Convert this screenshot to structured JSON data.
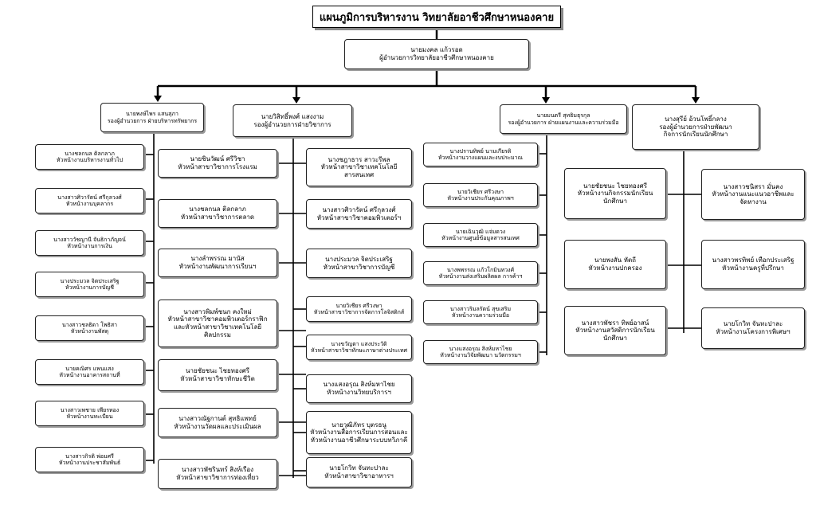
{
  "title": "แผนภูมิการบริหารงาน  วิทยาลัยอาชีวศึกษาหนองคาย",
  "director": {
    "name": "นายมงคล  แก้วรอด",
    "position": "ผู้อำนวยการวิทยาลัยอาชีวศึกษาหนองคาย"
  },
  "deputies": [
    {
      "name": "นายพงษ์ไพร  แสนสุภา",
      "position": "รองผู้อำนวยการ ฝ่ายบริหารทรัพยากร"
    },
    {
      "name": "นายวิสิทธิ์พงศ์  แสงงาม",
      "position": "รองผู้อำนวยการฝ่ายวิชาการ"
    },
    {
      "name": "นายมนตรี  สุทธิมธุรกุล",
      "position": "รองผู้อำนวยการ ฝ่ายแผนงานและความร่วมมือ"
    },
    {
      "name": "นางสุรีย์  อ้วนโพธิ์กลาง",
      "position": "รองผู้อำนวยการฝ่ายพัฒนา",
      "position2": "กิจการนักเรียนนักศึกษา"
    }
  ],
  "resource_units": [
    {
      "name": "นางชลกนล  ติลกลาภ",
      "position": "หัวหน้างานบริหารงานทั่วไป"
    },
    {
      "name": "นางสาวศิวารัตน์  ศรีกุลวงศ์",
      "position": "หัวหน้างานบุคลากร"
    },
    {
      "name": "นางสาววัชญานี  จันธิกาภัญจน์",
      "position": "หัวหน้างานการเงิน"
    },
    {
      "name": "นางประมวล  จิตประเสริฐ",
      "position": "หัวหน้างานการบัญชี"
    },
    {
      "name": "นางสาวชลธิดา  โพธิสา",
      "position": "หัวหน้างานพัสดุ"
    },
    {
      "name": "นายคณิศร  แพนแสง",
      "position": "หัวหน้างานอาคารสถานที่"
    },
    {
      "name": "นางสาวเพชาย  เพียรทอง",
      "position": "หัวหน้างานทะเบียน"
    },
    {
      "name": "นางสาวกิรติ  พ่อมศรี",
      "position": "หัวหน้างานประชาสัมพันธ์"
    }
  ],
  "academic_left": [
    {
      "lines": [
        "นายชินวัฒน์  ศรีวิชา",
        "หัวหน้าสาขาวิชาการโรงแรม"
      ]
    },
    {
      "lines": [
        "นางชลกนล  ติลกลาภ",
        "หัวหน้าสาขาวิชาการตลาด"
      ]
    },
    {
      "lines": [
        "นางลำพรรณ  มานัส",
        "หัวหน้างานพัฒนาการเรียนฯ"
      ]
    },
    {
      "lines": [
        "นางสาวพิมพ์ชนก  คงใหม่",
        "หัวหน้าสาขาวิชาคอมพิวเตอร์กราฟิก",
        "และหัวหน้าสาขาวิชาเทคโนโลยี",
        "ศิลปกรรม"
      ]
    },
    {
      "lines": [
        "นายชัยชนะ  ไชยทองศรี",
        "หัวหน้าสาขาวิชาทักษะชีวิต"
      ]
    },
    {
      "lines": [
        "นางสาวณัฐกานต์  สุทธิแพทย์",
        "หัวหน้างานวัดผลและประเมินผล"
      ]
    },
    {
      "lines": [
        "นางสาวพัชรินทร์  สิงห์เรือง",
        "หัวหน้าสาขาวิชาการท่องเที่ยว"
      ]
    }
  ],
  "academic_right": [
    {
      "lines": [
        "นางชฎาธาร  สาวะรีพล",
        "หัวหน้าสาขาวิชาเทคโนโลยี",
        "สารสนเทศ"
      ]
    },
    {
      "lines": [
        "นางสาวศิวารัตน์  ศรีกุลวงศ์",
        "หัวหน้าสาขาวิชาคอมพิวเตอร์ฯ"
      ]
    },
    {
      "lines": [
        "นางประมวล  จิตประเสริฐ",
        "หัวหน้าสาขาวิชาการบัญชี"
      ]
    },
    {
      "lines": [
        "นายวิเชียร  ศรีวงษา",
        "หัวหน้าสาขาวิชาการจัดการโลจิสติกส์"
      ]
    },
    {
      "lines": [
        "นางขวัญตา  แสงประวัติ",
        "หัวหน้าสาขาวิชาทักษะภาษาต่างประเทศ"
      ]
    },
    {
      "lines": [
        "นางแสงอรุณ  สิงห์มหาไชย",
        "หัวหน้างานวิทยบริการฯ"
      ]
    },
    {
      "lines": [
        "นายวุฒิภัทร  บุตรธนู",
        "หัวหน้างานสื่อการเรียนการสอนและ",
        "หัวหน้างานอาชีวศึกษาระบบทวิภาคี"
      ]
    },
    {
      "lines": [
        "นายโกวิท  จันทะปาละ",
        "หัวหน้าสาขาวิชาอาหารฯ"
      ]
    }
  ],
  "planning_units": [
    {
      "name": "นางปรานทิพย์  นามเกียรติ",
      "position": "หัวหน้างานวางแผนและงบประมาณ"
    },
    {
      "name": "นายวิเชียร  ศรีวงษา",
      "position": "หัวหน้างานประกันคุณภาพฯ"
    },
    {
      "name": "นายเฉินวุฒิ  แจ่มดวง",
      "position": "หัวหน้างานศูนย์ข้อมูลสารสนเทศ"
    },
    {
      "name": "นางพพรรณ  แก้วโกมินทวงศ์",
      "position": "หัวหน้างานส่งเสริมผลิตผล การค้าฯ"
    },
    {
      "name": "นางสาวริมลรัตน์  สุขเสริม",
      "position": "หัวหน้างานความร่วมมือ"
    },
    {
      "name": "นางแสงอรุณ  สิงห์มหาไชย",
      "position": "หัวหน้างานวิจัยพัฒนา นวัตกรรมฯ"
    }
  ],
  "student_left": [
    {
      "lines": [
        "นายชัยชนะ  ไชยทองศรี",
        "หัวหน้างานกิจกรรมนักเรียน",
        "นักศึกษา"
      ]
    },
    {
      "lines": [
        "นายพงสัน  หัตถี",
        "หัวหน้างานปกครอง"
      ]
    },
    {
      "lines": [
        "นางสาวพัชรา  ทิพย์อาสน์",
        "หัวหน้างานสวัสดิการนักเรียน",
        "นักศึกษา"
      ]
    }
  ],
  "student_right": [
    {
      "lines": [
        "นางสาวชนิสรา  มั่นคง",
        "หัวหน้างานแนะแนวอาชีพและ",
        "จัดหางาน"
      ]
    },
    {
      "lines": [
        "นางสาวพรทิพย์  เทือกประเสริฐ",
        "หัวหน้างานครูที่ปรึกษา"
      ]
    },
    {
      "lines": [
        "นายโกวิท  จันทะปาละ",
        "หัวหน้างานโครงการพิเศษฯ"
      ]
    }
  ]
}
